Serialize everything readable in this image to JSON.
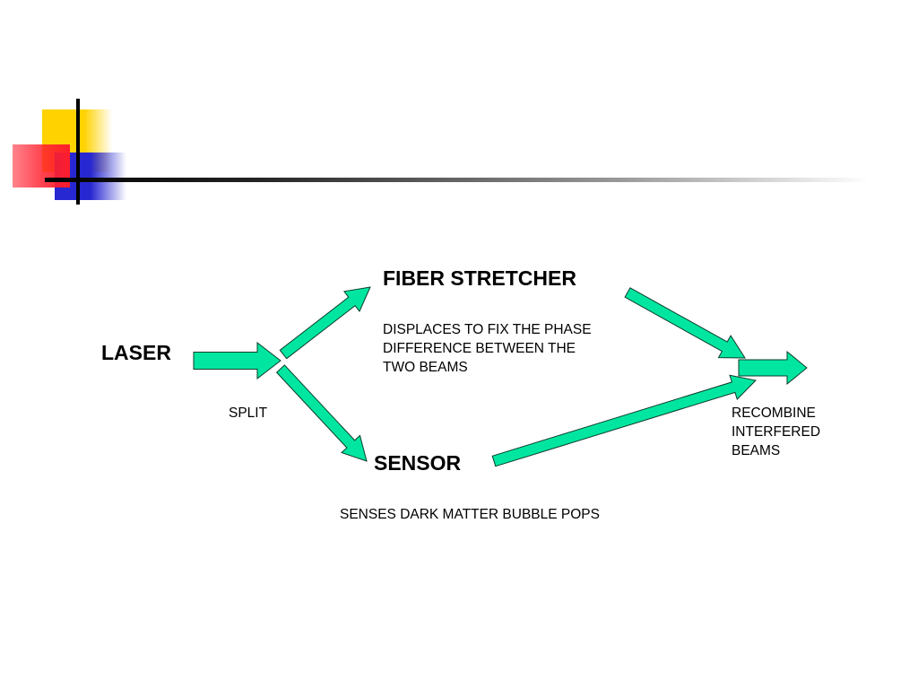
{
  "nodes": {
    "laser": "LASER",
    "fiber_stretcher": "FIBER STRETCHER",
    "sensor": "SENSOR"
  },
  "annotations": {
    "fiber_stretcher_desc": [
      "DISPLACES TO FIX THE PHASE",
      "DIFFERENCE BETWEEN THE",
      "TWO BEAMS"
    ],
    "split": "SPLIT",
    "recombine": [
      "RECOMBINE",
      "INTERFERED",
      "BEAMS"
    ],
    "sensor_desc": "SENSES DARK MATTER BUBBLE POPS"
  },
  "colors": {
    "arrow_fill": "#00e6a0",
    "arrow_stroke": "#0a3d2a",
    "decor_yellow": "#ffd200",
    "decor_red": "#ff1e2d",
    "decor_blue": "#2828d2",
    "rule": "#000000"
  }
}
